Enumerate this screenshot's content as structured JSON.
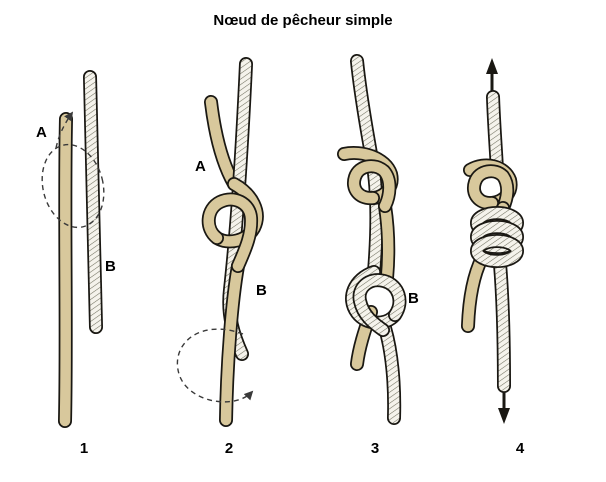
{
  "title": "Nœud de pêcheur simple",
  "panels": [
    {
      "number": "1",
      "label_a": "A",
      "label_b": "B"
    },
    {
      "number": "2",
      "label_a": "A",
      "label_b": "B"
    },
    {
      "number": "3",
      "label_b": "B"
    },
    {
      "number": "4"
    }
  ],
  "colors": {
    "rope_tan": "#d8c89c",
    "rope_outline": "#1a1813",
    "rope_white": "#f5f3ec",
    "hatch_line": "#70705f",
    "guide_dash": "#3a3a3a",
    "background": "#ffffff"
  }
}
